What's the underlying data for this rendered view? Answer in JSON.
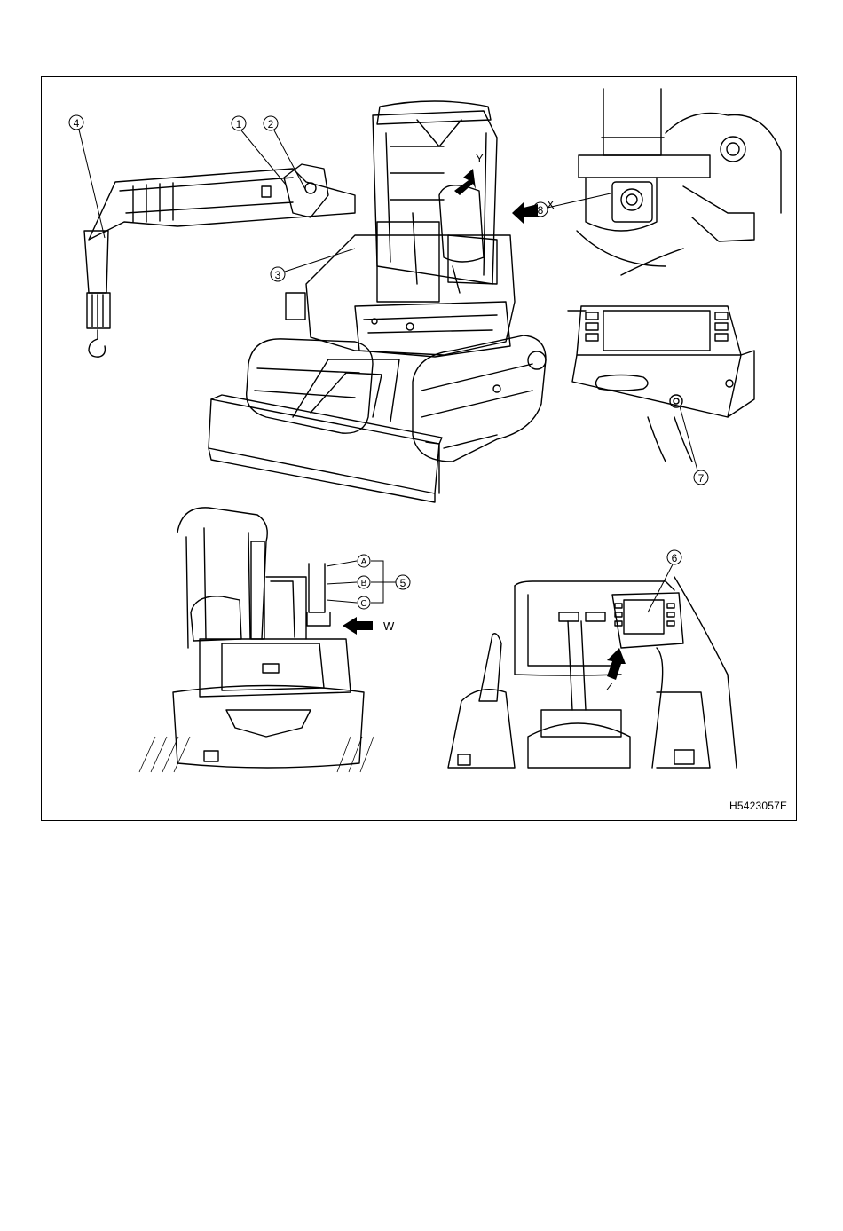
{
  "callouts": {
    "n1": "①",
    "n2": "②",
    "n3": "③",
    "n4": "④",
    "n5": "⑤",
    "n6": "⑥",
    "n7": "⑦",
    "n8": "⑧",
    "a": "Ⓐ",
    "b": "Ⓑ",
    "c": "Ⓒ"
  },
  "view_arrows": {
    "x": "X",
    "y": "Y",
    "w": "W",
    "z": "Z"
  },
  "figure_code": "H5423057E"
}
